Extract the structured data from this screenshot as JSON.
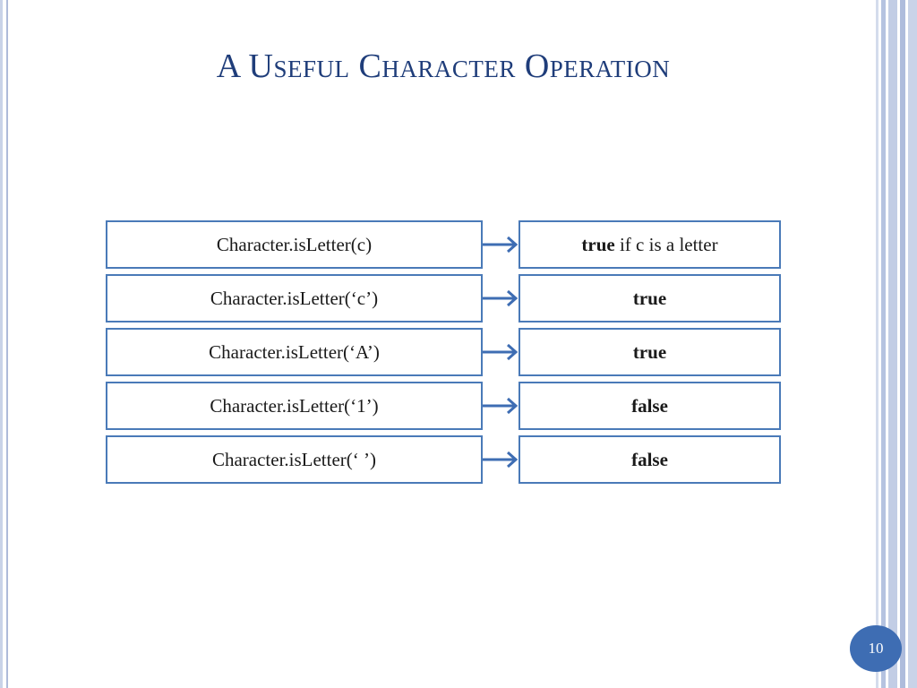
{
  "slide": {
    "title": "A Useful Character Operation",
    "page_number": "10",
    "colors": {
      "title": "#1f3d7a",
      "box_border": "#4a7ab8",
      "arrow": "#3e6db3",
      "page_badge": "#3e6db3"
    },
    "rows": [
      {
        "expression": "Character.isLetter(c)",
        "result_bold": "true",
        "result_rest": " if c is a letter"
      },
      {
        "expression": "Character.isLetter(‘c’)",
        "result_bold": "true",
        "result_rest": ""
      },
      {
        "expression": "Character.isLetter(‘A’)",
        "result_bold": "true",
        "result_rest": ""
      },
      {
        "expression": "Character.isLetter(‘1’)",
        "result_bold": "false",
        "result_rest": ""
      },
      {
        "expression": "Character.isLetter(‘ ’)",
        "result_bold": "false",
        "result_rest": ""
      }
    ]
  }
}
